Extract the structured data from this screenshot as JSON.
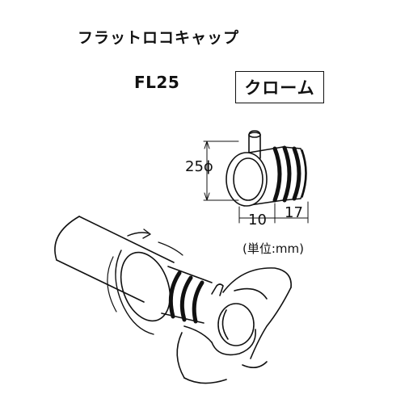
{
  "header": {
    "title": "フラットロコキャップ"
  },
  "product": {
    "model": "FL25",
    "finish": "クローム"
  },
  "dimensions": {
    "diameter": "25ϕ",
    "length_a": "10",
    "length_b": "17",
    "unit_note": "(単位:mm)"
  }
}
